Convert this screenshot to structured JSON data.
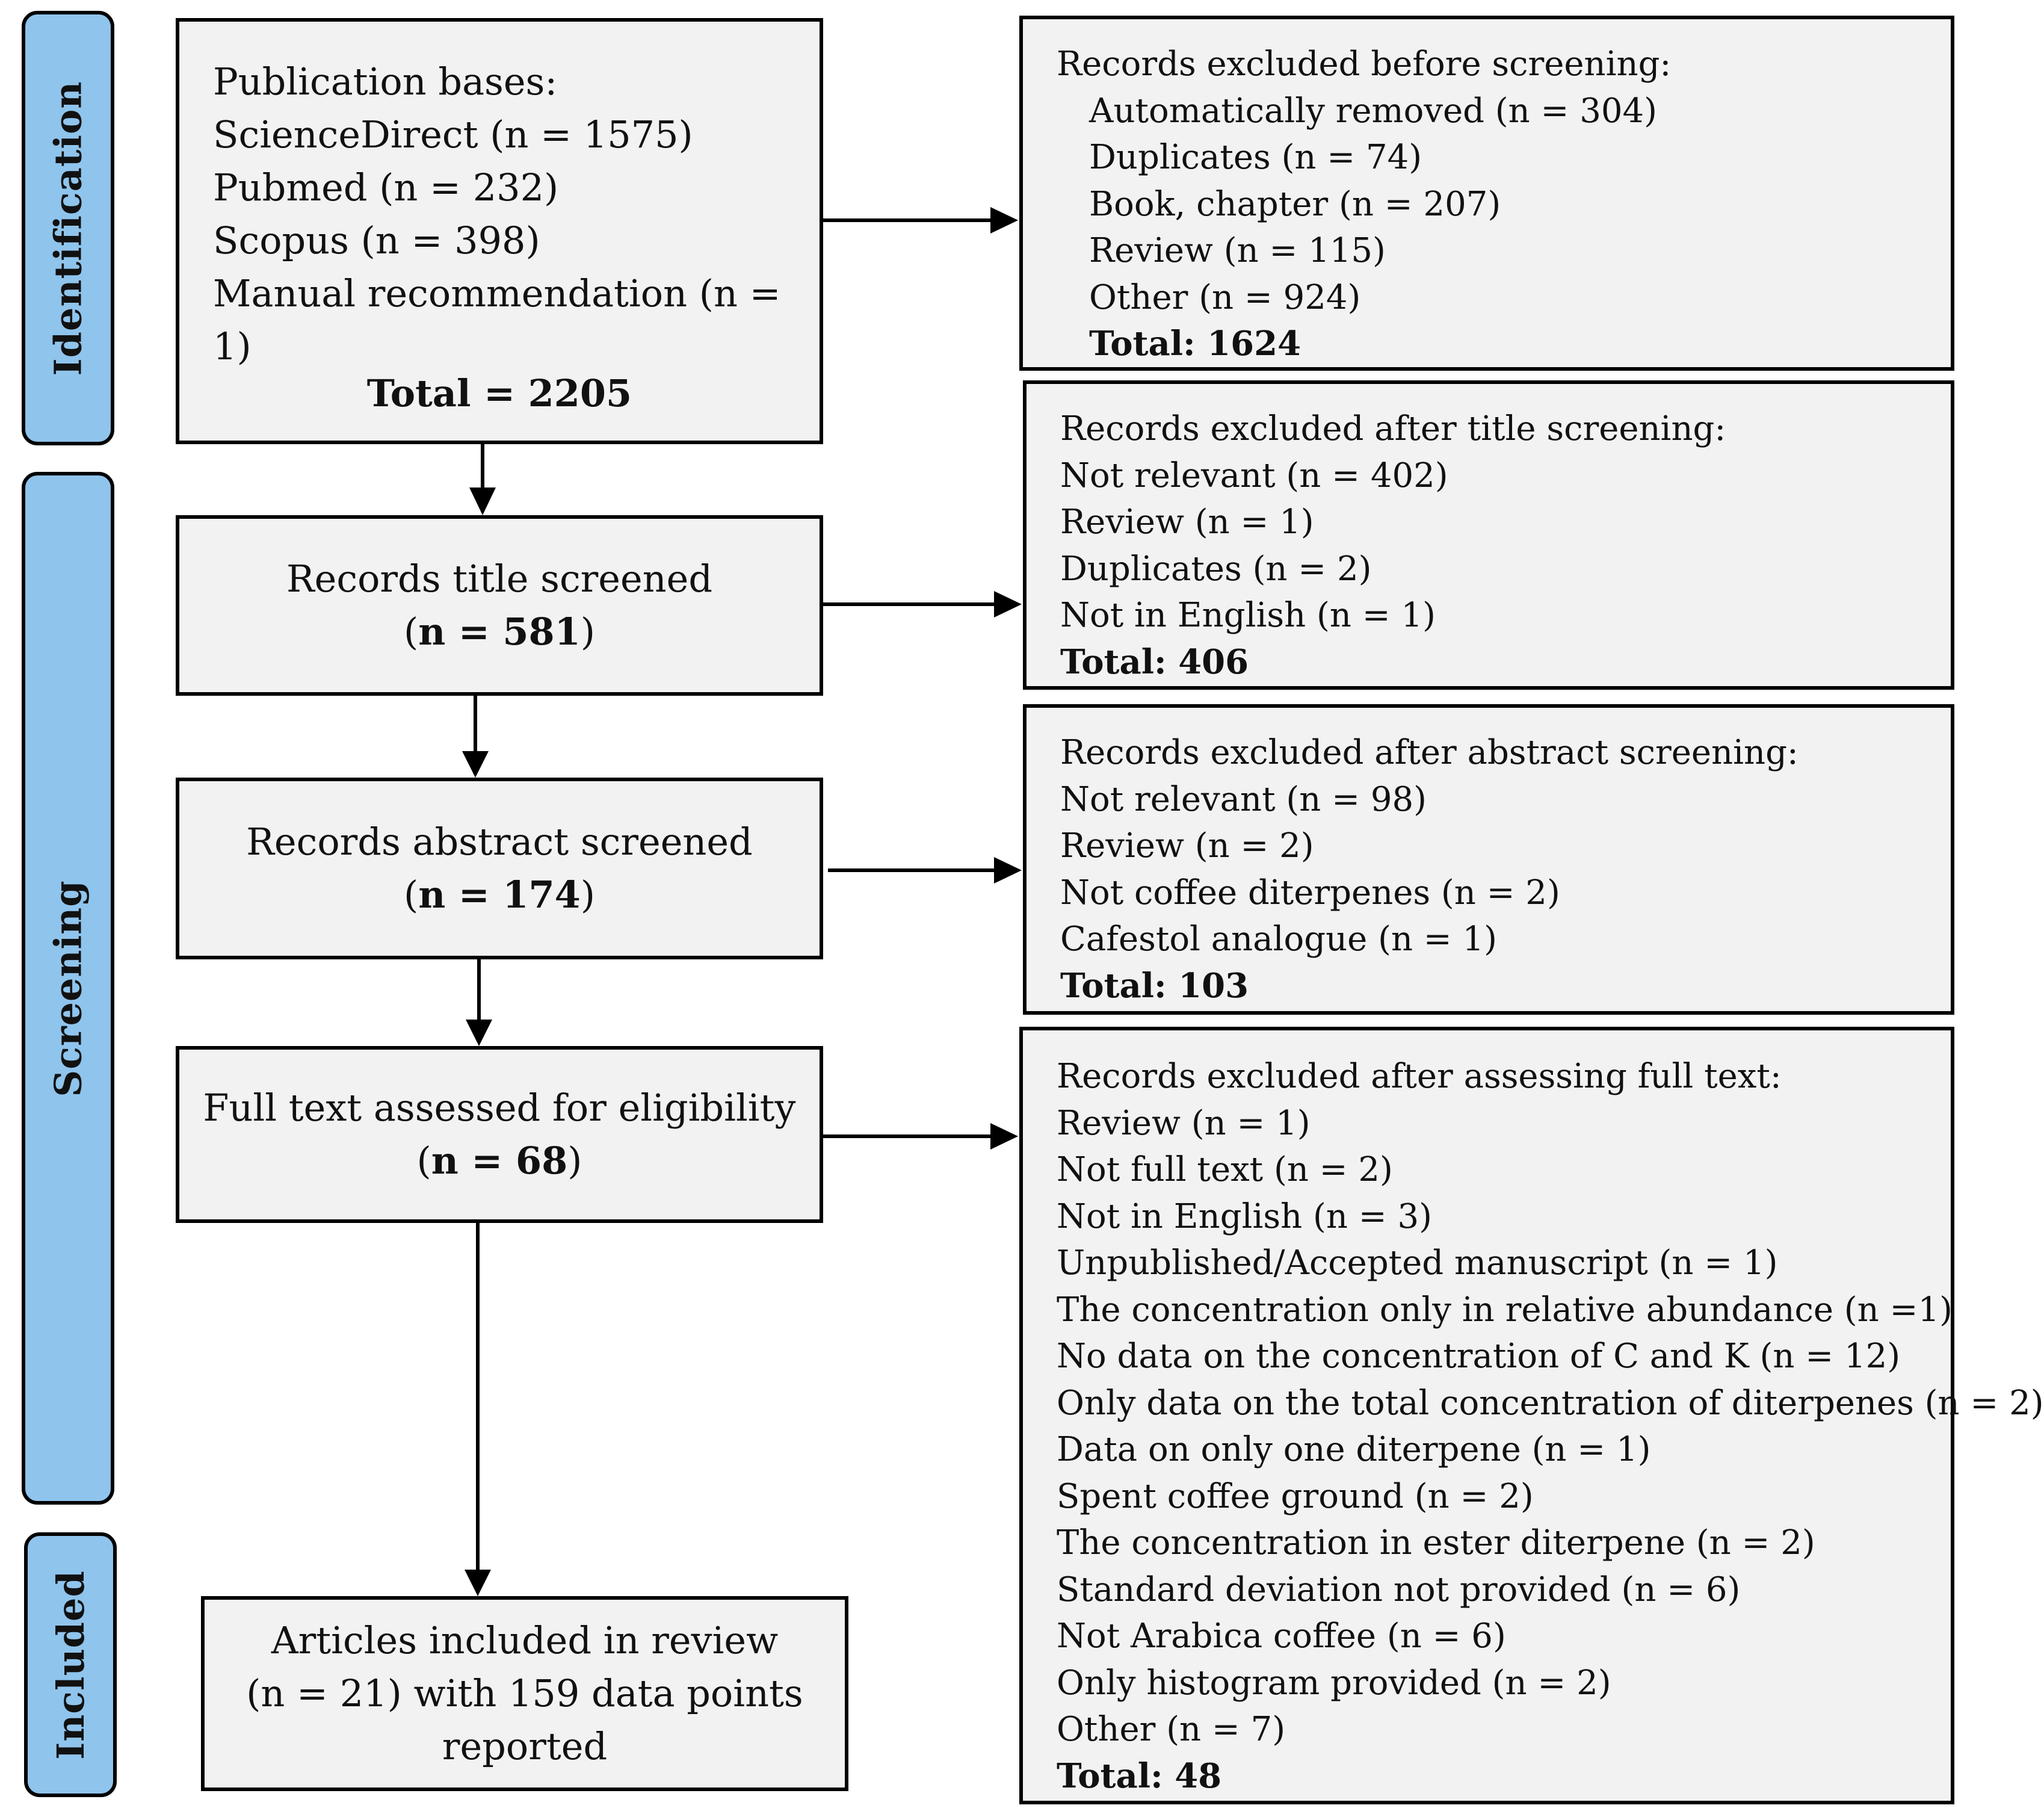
{
  "stages": {
    "identification": "Identification",
    "screening": "Screening",
    "included": "Included"
  },
  "identification_box": {
    "title": "Publication bases:",
    "sources": [
      "ScienceDirect (n = 1575)",
      "Pubmed (n = 232)",
      "Scopus (n = 398)",
      "Manual recommendation (n = 1)"
    ],
    "total": "Total = 2205"
  },
  "title_screen_box": {
    "line1": "Records title screened",
    "open": "(",
    "count": "n = 581",
    "close": ")"
  },
  "abstract_screen_box": {
    "line1": "Records abstract screened",
    "open": "(",
    "count": "n = 174",
    "close": ")"
  },
  "fulltext_box": {
    "line1": "Full text assessed for eligibility",
    "open": "(",
    "count": "n = 68",
    "close": ")"
  },
  "included_box": {
    "lines": [
      "Articles included in review",
      "(n = 21) with 159 data points",
      "reported"
    ]
  },
  "excluded_before": {
    "title": "Records excluded before screening:",
    "items": [
      "Automatically removed (n = 304)",
      "Duplicates (n = 74)",
      "Book, chapter (n = 207)",
      "Review (n = 115)",
      "Other (n = 924)"
    ],
    "total": "Total: 1624"
  },
  "excluded_title": {
    "title": "Records excluded after title screening:",
    "items": [
      "Not relevant (n = 402)",
      "Review (n = 1)",
      "Duplicates (n = 2)",
      "Not in English (n = 1)"
    ],
    "total": "Total: 406"
  },
  "excluded_abstract": {
    "title": "Records excluded after abstract screening:",
    "items": [
      "Not relevant (n = 98)",
      "Review (n = 2)",
      "Not coffee diterpenes (n = 2)",
      "Cafestol analogue (n = 1)"
    ],
    "total": "Total: 103"
  },
  "excluded_fulltext": {
    "title": "Records excluded after assessing full text:",
    "items": [
      "Review (n = 1)",
      "Not full text (n = 2)",
      "Not in English (n = 3)",
      "Unpublished/Accepted manuscript (n = 1)",
      "The concentration only in relative abundance (n =1)",
      "No data on the concentration of C and K (n = 12)",
      "Only data on the total concentration of diterpenes (n = 2)",
      "Data on only one diterpene (n = 1)",
      "Spent coffee ground (n = 2)",
      "The concentration in ester diterpene (n = 2)",
      "Standard deviation not provided (n = 6)",
      "Not Arabica coffee (n = 6)",
      "Only histogram provided (n = 2)",
      "Other (n = 7)"
    ],
    "total": "Total: 48"
  },
  "colors": {
    "stage_fill": "#8fc4ec",
    "box_fill": "#f2f2f2",
    "stroke": "#000000"
  }
}
